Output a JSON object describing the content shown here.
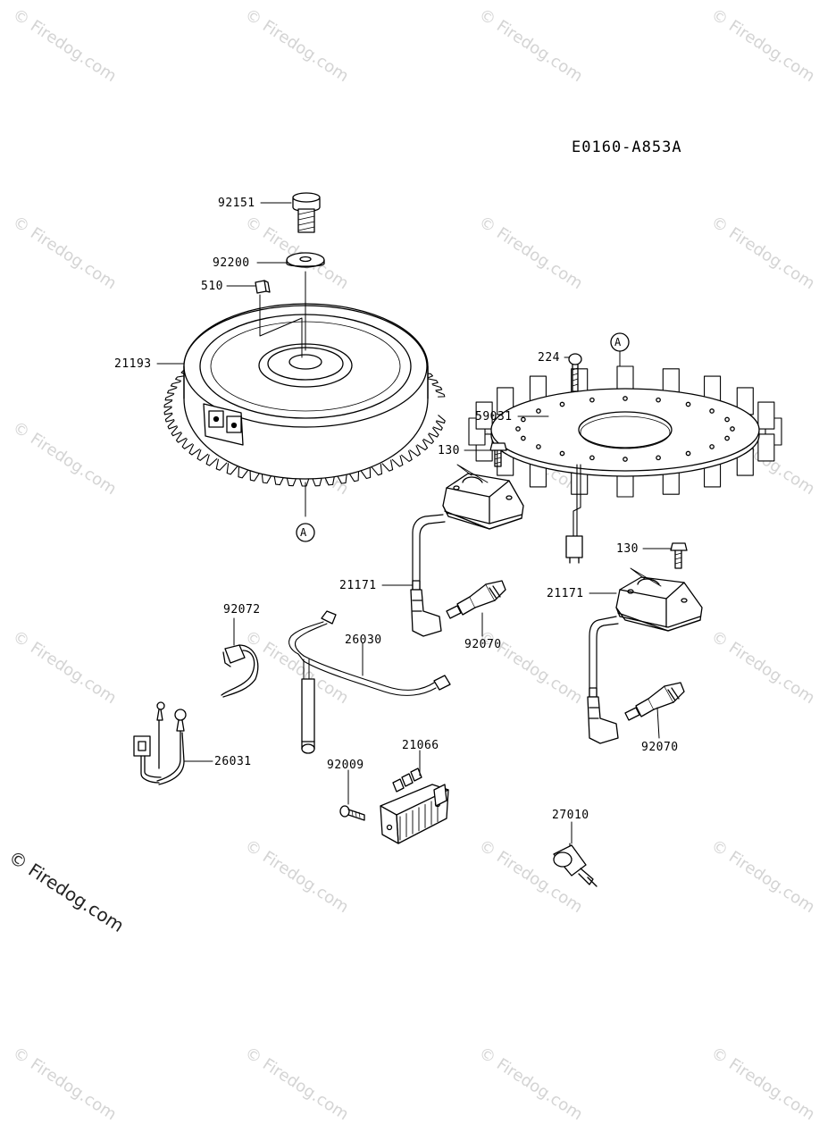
{
  "diagram_code": "E0160-A853A",
  "watermark": "© Firedog.com",
  "reference_marker": "A",
  "parts": {
    "p92151": "92151",
    "p92200": "92200",
    "p510": "510",
    "p21193": "21193",
    "p224": "224",
    "p59031": "59031",
    "p130a": "130",
    "p130b": "130",
    "p21171a": "21171",
    "p21171b": "21171",
    "p92070a": "92070",
    "p92070b": "92070",
    "p92072": "92072",
    "p26030": "26030",
    "p26031": "26031",
    "p21066": "21066",
    "p92009": "92009",
    "p27010": "27010"
  }
}
